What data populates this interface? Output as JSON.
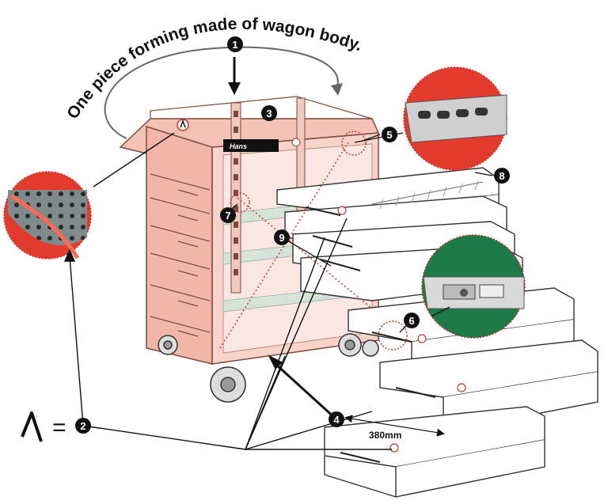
{
  "diagram": {
    "title_arc_text": "One piece forming made of wagon body.",
    "brand_label": "Hans",
    "dimension_label": "380mm",
    "legend_equals": "=",
    "callouts": [
      {
        "number": "1"
      },
      {
        "number": "2"
      },
      {
        "number": "3"
      },
      {
        "number": "4"
      },
      {
        "number": "5"
      },
      {
        "number": "6"
      },
      {
        "number": "7"
      },
      {
        "number": "8"
      },
      {
        "number": "9"
      }
    ],
    "colors": {
      "cabinet_fill": "#f2b6a8",
      "cabinet_stroke": "#7a4a40",
      "drawer_stroke": "#333333",
      "red_panel": "#e23b2e",
      "green_panel": "#1f7a4a",
      "badge": "#111111",
      "dotted_red": "#c0392b"
    },
    "icons": [
      "arc-arrow-icon",
      "down-arrow-icon",
      "safety-logo-icon"
    ]
  }
}
